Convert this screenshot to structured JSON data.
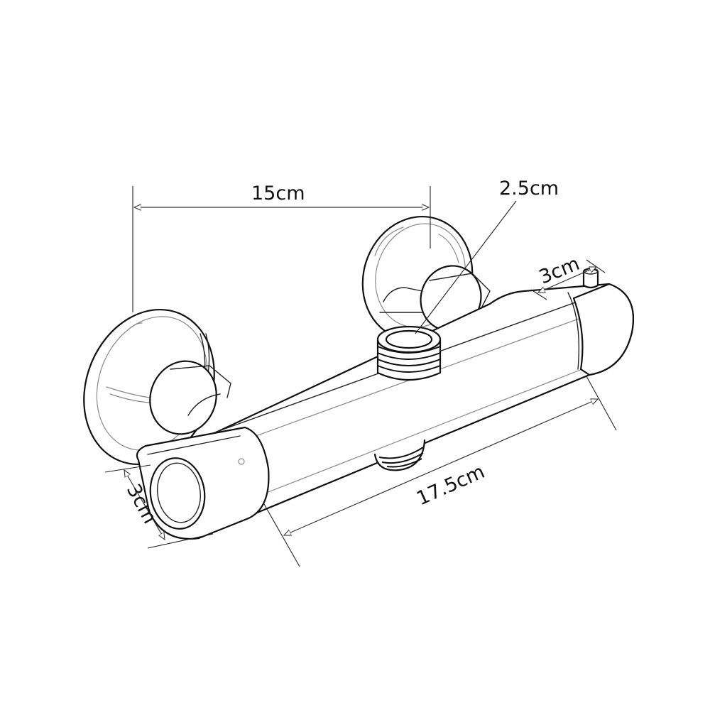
{
  "diagram": {
    "subject": "thermostatic shower mixer valve",
    "style": "black-and-white line drawing",
    "colors": {
      "background": "#ffffff",
      "line": "#111111"
    }
  },
  "dimensions": {
    "inlet_spacing": {
      "label": "15cm",
      "description": "center distance between wall inlets"
    },
    "outlet_diameter": {
      "label": "2.5cm",
      "description": "top outlet thread diameter"
    },
    "right_cap_length": {
      "label": "3cm",
      "description": "right end cap length"
    },
    "body_diameter": {
      "label": "3cm",
      "description": "body cylinder diameter"
    },
    "body_length": {
      "label": "17.5cm",
      "description": "overall body length"
    }
  }
}
